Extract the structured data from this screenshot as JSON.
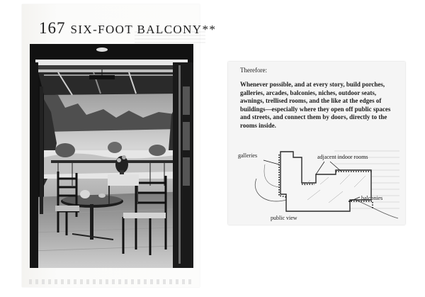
{
  "pattern": {
    "number": "167",
    "title": "SIX-FOOT BALCONY**"
  },
  "solution": {
    "intro": "Therefore:",
    "text": "Whenever possible, and at every story, build porches, galleries, arcades, balconies, niches, outdoor seats, awnings, trellised rooms, and the like at the edges of buildings—especially where they open off public spaces and streets, and connect them by doors, directly to the rooms inside."
  },
  "diagram": {
    "labels": {
      "galleries": "galleries",
      "adjacent_indoor_rooms": "adjacent indoor rooms",
      "balconies": "balconies",
      "public_view": "public view"
    }
  },
  "colors": {
    "ink": "#1c1c1c",
    "paper": "#f5f5f5",
    "photo_dark": "#101010"
  }
}
